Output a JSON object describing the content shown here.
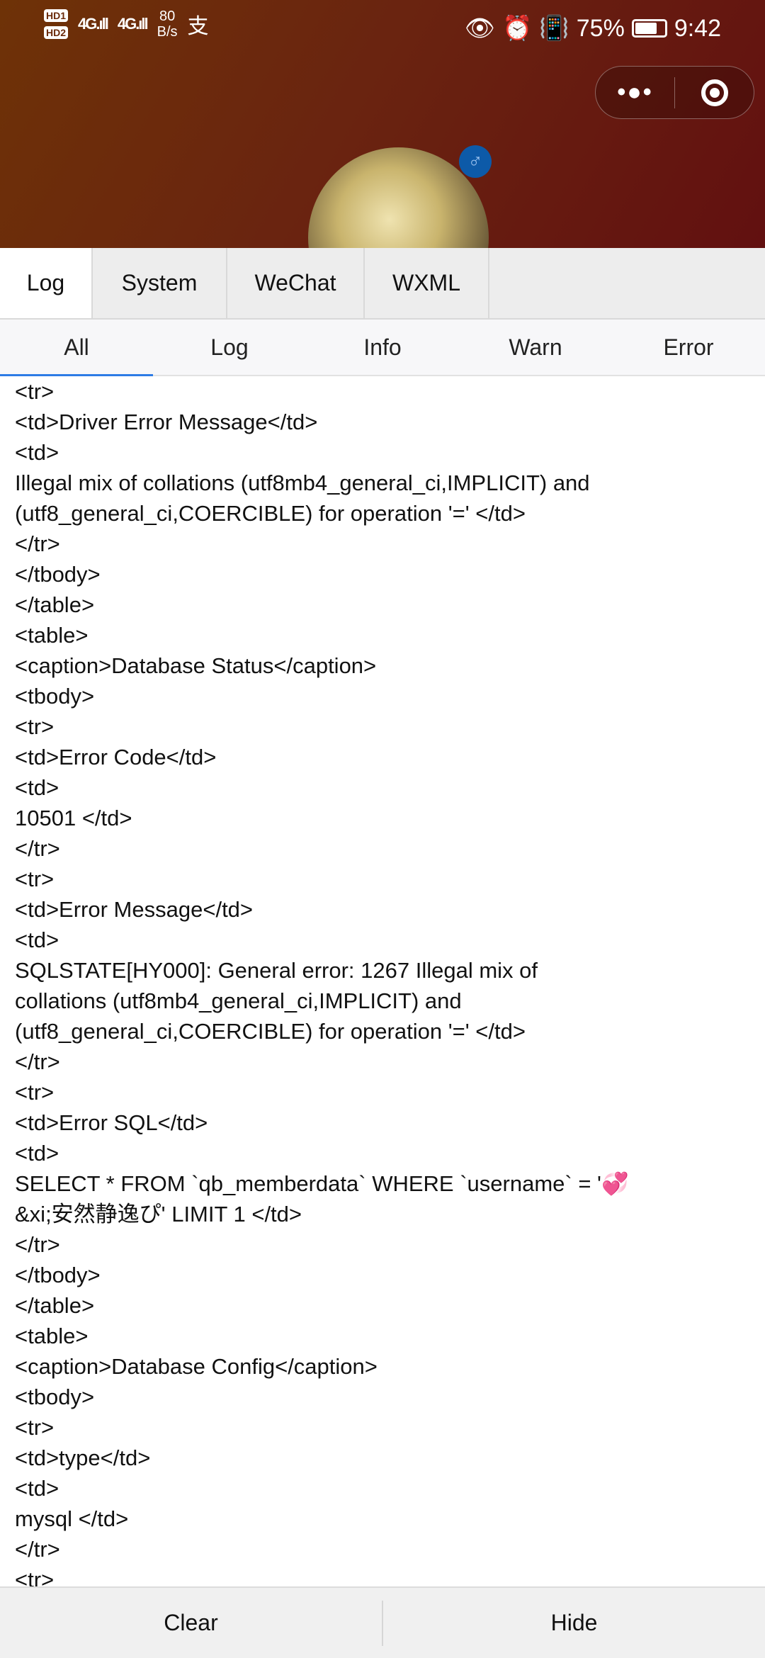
{
  "status_bar": {
    "hd1": "HD1",
    "hd2": "HD2",
    "net1": "4G",
    "net2": "4G",
    "speed_value": "80",
    "speed_unit": "B/s",
    "app_icon": "支",
    "battery": "75%",
    "battery_level": 0.75,
    "time": "9:42"
  },
  "capsule": {
    "more_icon": "more-dots-icon",
    "close_icon": "target-icon"
  },
  "profile": {
    "gender_symbol": "♂"
  },
  "tabs": [
    {
      "label": "Log",
      "active": true
    },
    {
      "label": "System"
    },
    {
      "label": "WeChat"
    },
    {
      "label": "WXML"
    }
  ],
  "filters": [
    {
      "label": "All",
      "active": true
    },
    {
      "label": "Log"
    },
    {
      "label": "Info"
    },
    {
      "label": "Warn"
    },
    {
      "label": "Error"
    }
  ],
  "log_lines": [
    "<tr>",
    "<td>Driver Error Message</td>",
    "<td>",
    "Illegal mix of collations (utf8mb4_general_ci,IMPLICIT) and",
    "(utf8_general_ci,COERCIBLE) for operation '=' </td>",
    "</tr>",
    "</tbody>",
    "</table>",
    "<table>",
    "<caption>Database Status</caption>",
    "<tbody>",
    "<tr>",
    "<td>Error Code</td>",
    "<td>",
    "10501 </td>",
    "</tr>",
    "<tr>",
    "<td>Error Message</td>",
    "<td>",
    "SQLSTATE[HY000]: General error: 1267 Illegal mix of",
    "collations (utf8mb4_general_ci,IMPLICIT) and",
    "(utf8_general_ci,COERCIBLE) for operation '=' </td>",
    "</tr>",
    "<tr>",
    "<td>Error SQL</td>",
    "<td>",
    "SELECT * FROM `qb_memberdata` WHERE `username` = '💞",
    "&xi;安然静逸ぴ' LIMIT 1 </td>",
    "</tr>",
    "</tbody>",
    "</table>",
    "<table>",
    "<caption>Database Config</caption>",
    "<tbody>",
    "<tr>",
    "<td>type</td>",
    "<td>",
    "mysql </td>",
    "</tr>",
    "<tr>"
  ],
  "bottom": {
    "clear": "Clear",
    "hide": "Hide"
  }
}
